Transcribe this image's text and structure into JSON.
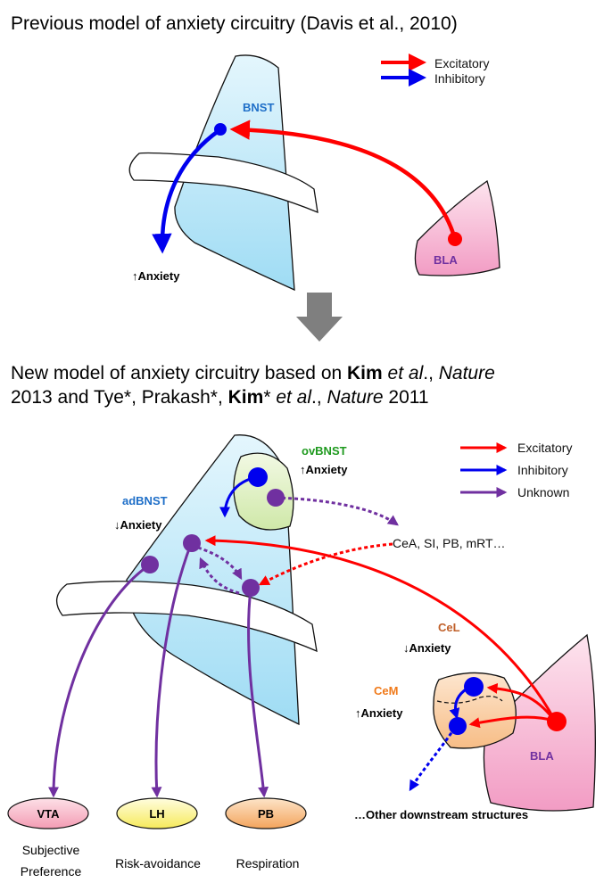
{
  "header1": "Previous model of anxiety circuitry (Davis et al., 2010)",
  "header2": {
    "prefix": "New model of anxiety circuitry based on ",
    "kim": "Kim",
    "etal": " et al",
    "comma": "., ",
    "nature": "Nature",
    "line2_a": "2013 and Tye*, Prakash*, ",
    "kim2": "Kim",
    "star_etal_a": "* ",
    "etal2": "et al",
    "comma2": "., ",
    "nature2": "Nature",
    "year2": " 2011"
  },
  "top_legend": {
    "excitatory": "Excitatory",
    "inhibitory": "Inhibitory"
  },
  "top_labels": {
    "bnst": "BNST",
    "bla": "BLA",
    "anxiety": "↑Anxiety"
  },
  "bottom_legend": {
    "excitatory": "Excitatory",
    "inhibitory": "Inhibitory",
    "unknown": "Unknown"
  },
  "bottom_labels": {
    "ovbnst": "ovBNST",
    "ovbnst_anxiety": "↑Anxiety",
    "adbnst": "adBNST",
    "adbnst_anxiety": "↓Anxiety",
    "targets": "CeA, SI, PB, mRT…",
    "cel": "CeL",
    "cel_anxiety": "↓Anxiety",
    "cem": "CeM",
    "cem_anxiety": "↑Anxiety",
    "bla": "BLA",
    "other": "…Other downstream structures"
  },
  "outputs": [
    {
      "name": "VTA",
      "function_line1": "Subjective",
      "function_line2": "Preference"
    },
    {
      "name": "LH",
      "function_line1": "Risk-avoidance",
      "function_line2": ""
    },
    {
      "name": "PB",
      "function_line1": "Respiration",
      "function_line2": ""
    }
  ],
  "colors": {
    "excitatory": "#ff0000",
    "inhibitory": "#0000ee",
    "unknown": "#7030a0",
    "bnst_fill": "#c8ecfa",
    "bla_fill": "#f8b8d4",
    "ovbnst_fill": "#ddf0c0",
    "cea_fill": "#fcd2a8",
    "vta_fill": "#f8b8c8",
    "lh_fill": "#fbf59a",
    "pb_fill": "#f7b97e"
  },
  "icons": {
    "transition": "down-arrow-icon"
  }
}
